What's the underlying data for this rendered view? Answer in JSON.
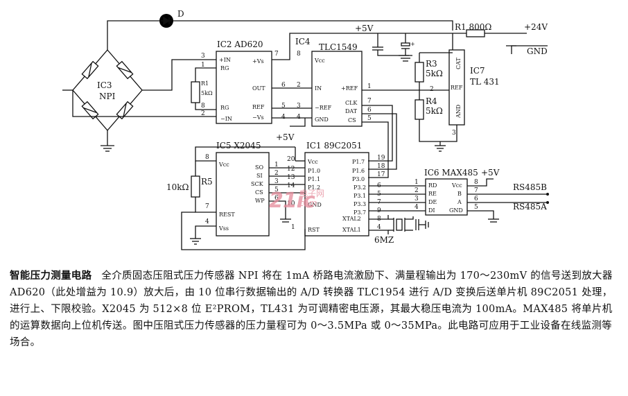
{
  "chips": {
    "ic2": "IC2 AD620",
    "ic4": "IC4",
    "ic4_part": "TLC1549",
    "ic3": "IC3",
    "ic3_part": "NPI",
    "ic5": "IC5 X2045",
    "ic1": "IC1 89C2051",
    "ic6": "IC6 MAX485",
    "ic7": "IC7",
    "ic7_part": "TL 431"
  },
  "components": {
    "diode": "D",
    "r1_ad": "R1",
    "r1_ad_val": "5kΩ",
    "r1_top": "R1  800Ω",
    "r3": "R3",
    "r3_val": "5kΩ",
    "r4": "R4",
    "r4_val": "5kΩ",
    "r5": "R5",
    "r5_val": "10kΩ",
    "crystal": "6MZ"
  },
  "rails": {
    "plus5_a": "+5V",
    "plus5_b": "+5V",
    "plus5_c": "+5V",
    "plus24": "+24V",
    "gnd": "GND",
    "rs485b": "RS485B",
    "rs485a": "RS485A"
  },
  "pins": {
    "ad_in_plus": "+IN",
    "ad_rg1": "RG",
    "ad_rg2": "RG",
    "ad_in_minus": "−IN",
    "ad_vs_plus": "+Vs",
    "ad_out": "OUT",
    "ad_ref": "REF",
    "ad_vs_minus": "−Vs",
    "tlc_vcc": "Vcc",
    "tlc_in": "IN",
    "tlc_ref_minus": "−REF",
    "tlc_gnd": "GND",
    "tlc_ref_plus": "+REF",
    "tlc_clk": "CLK",
    "tlc_dat": "DAT",
    "tlc_cs": "CS",
    "tl_cat": "CAT",
    "tl_ref": "REF",
    "tl_and": "AND",
    "x_vcc": "Vcc",
    "x_so": "SO",
    "x_si": "SI",
    "x_sck": "SCK",
    "x_cs": "CS",
    "x_wp": "WP",
    "x_rest": "REST",
    "x_vss": "Vss",
    "mc_vcc": "Vcc",
    "mc_p10": "P1.0",
    "mc_p11": "P1.1",
    "mc_p12": "P1.2",
    "mc_gnd": "GND",
    "mc_rst": "RST",
    "mc_p17": "P1.7",
    "mc_p16": "P1.6",
    "mc_p30": "P3.0",
    "mc_p32": "P3.2",
    "mc_p31": "P3.1",
    "mc_p33": "P3.3",
    "mc_p37": "P3.7",
    "mc_xtal2": "XTAL2",
    "mc_xtal1": "XTAL1",
    "max_rd": "RD",
    "max_re": "RE",
    "max_de": "DE",
    "max_di": "DI",
    "max_vcc": "Vcc",
    "max_b": "B",
    "max_a": "A",
    "max_gnd": "GND"
  },
  "pin_numbers": {
    "ad_3": "3",
    "ad_1": "1",
    "ad_8": "8",
    "ad_2": "2",
    "ad_7": "7",
    "ad_6": "6",
    "ad_5": "5",
    "ad_4": "4",
    "tlc_8": "8",
    "tlc_2": "2",
    "tlc_3": "3",
    "tlc_4": "4",
    "tlc_1": "1",
    "tlc_7": "7",
    "tlc_6": "6",
    "tlc_5": "5",
    "tl_2": "2",
    "tl_3": "3",
    "x_8": "8",
    "x_7": "7",
    "x_4": "4",
    "x_1": "1",
    "x_2": "2",
    "x_3": "3",
    "x_5": "5",
    "x_6": "6",
    "mc_20": "20",
    "mc_19": "19",
    "mc_18": "18",
    "mc_17": "17",
    "mc_12": "12",
    "mc_13": "13",
    "mc_14": "14",
    "mc_10": "10",
    "mc_1": "1",
    "mc_4": "4",
    "mc_5": "5",
    "mc_6": "6",
    "mc_7": "7",
    "mc_8": "8",
    "mc_9": "9",
    "mx_1": "1",
    "mx_2": "2",
    "mx_3": "3",
    "mx_4": "4",
    "mx_5": "5",
    "mx_6": "6",
    "mx_7": "7",
    "mx_8": "8",
    "r1_a": "1"
  },
  "watermark": {
    "big": "21ic",
    "line1": "电子网",
    "line2": ".com"
  },
  "caption": {
    "title": "智能压力测量电路",
    "body": "全介质固态压阻式压力传感器 NPI 将在 1mA 桥路电流激励下、满量程输出为 170～230mV 的信号送到放大器 AD620（此处增益为 10.9）放大后，由 10 位串行数据输出的 A/D 转换器 TLC1954 进行 A/D 变换后送单片机 89C2051 处理，进行上、下限校验。X2045 为 512×8 位 E²PROM，TL431 为可调精密电压源，其最大稳压电流为 100mA。MAX485 将单片机的运算数据向上位机传送。图中压阻式压力传感器的压力量程可为 0～3.5MPa 或 0～35MPa。此电路可应用于工业设备在线监测等场合。"
  }
}
